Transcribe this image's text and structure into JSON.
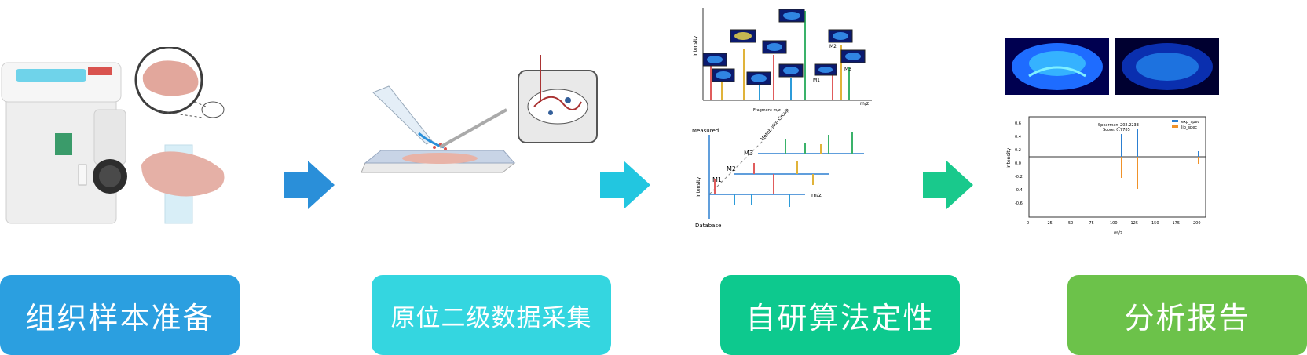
{
  "steps": [
    {
      "label": "组织样本准备",
      "color": "#2b9fe0"
    },
    {
      "label": "原位二级数据采集",
      "color": "#34d6e0"
    },
    {
      "label": "自研算法定性",
      "color": "#0dc98e"
    },
    {
      "label": "分析报告",
      "color": "#6cc24a"
    }
  ],
  "arrow_colors": [
    "#2a8fd9",
    "#22c6e0",
    "#19c98c"
  ],
  "fig3": {
    "top": {
      "ylabel": "Intensity",
      "xlabel": "m/z",
      "caption": "Fragment m/z",
      "peaks": [
        "M1",
        "M2",
        "M3"
      ]
    },
    "bottom": {
      "ylabel": "Intensity",
      "measured": "Measured",
      "database": "Database",
      "xlabel": "m/z",
      "levels": [
        "M1",
        "M2",
        "M3"
      ],
      "group": "Metabolite Group"
    }
  },
  "fig4": {
    "score_title": "Spearman_202.2233",
    "score_value": "Score: 0.7785",
    "legend": [
      "exp_spec",
      "lib_spec"
    ],
    "xlabel": "m/z",
    "ylabel": "Intensity",
    "xticks": [
      "0",
      "25",
      "50",
      "75",
      "100",
      "125",
      "150",
      "175",
      "200"
    ],
    "yticks": [
      "0.6",
      "0.4",
      "0.2",
      "0.0",
      "-0.2",
      "-0.4",
      "-0.6"
    ]
  }
}
